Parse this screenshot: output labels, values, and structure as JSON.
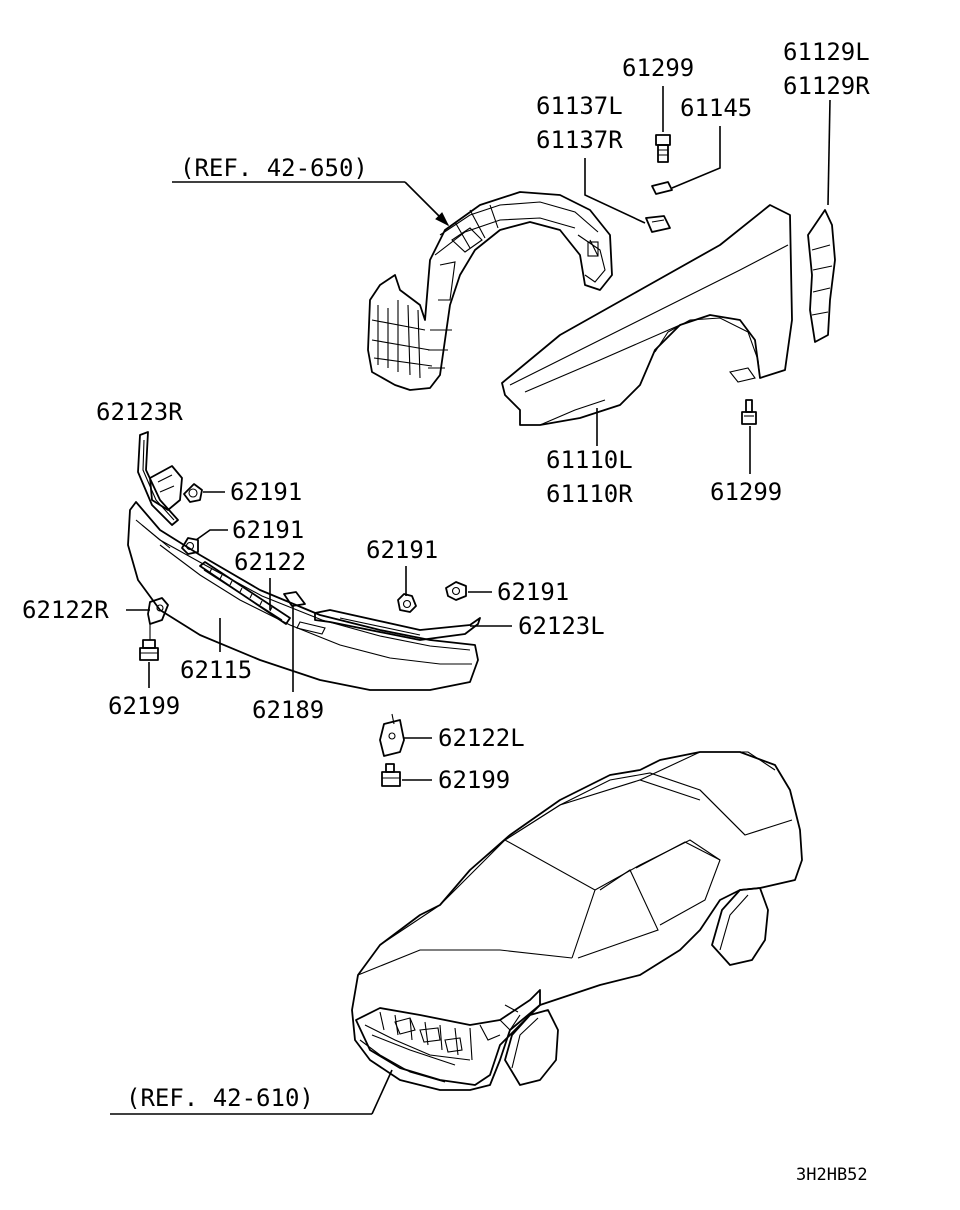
{
  "labels": {
    "ref_42_650": "(REF. 42-650)",
    "ref_42_610": "(REF. 42-610)",
    "p61299_top": "61299",
    "p61137L": "61137L",
    "p61137R": "61137R",
    "p61145": "61145",
    "p61129L": "61129L",
    "p61129R": "61129R",
    "p62123R": "62123R",
    "p62191_a": "62191",
    "p62191_b": "62191",
    "p62122": "62122",
    "p62191_c": "62191",
    "p62191_d": "62191",
    "p62122R": "62122R",
    "p62123L": "62123L",
    "p62115": "62115",
    "p62199_left": "62199",
    "p62189": "62189",
    "p61110L": "61110L",
    "p61110R": "61110R",
    "p61299_bottom": "61299",
    "p62122L": "62122L",
    "p62199_mid": "62199",
    "diagram_code": "3H2HB52"
  }
}
